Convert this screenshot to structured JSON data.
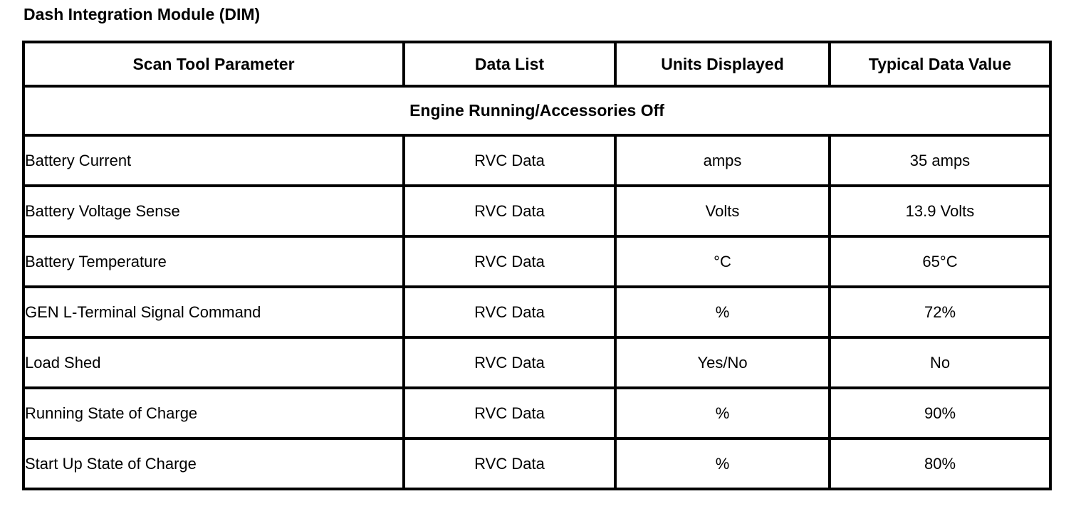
{
  "page": {
    "background_color": "#ffffff",
    "text_color": "#000000",
    "border_color": "#000000"
  },
  "title": "Dash Integration Module (DIM)",
  "table": {
    "columns": [
      "Scan Tool Parameter",
      "Data List",
      "Units Displayed",
      "Typical Data Value"
    ],
    "section_header": "Engine Running/Accessories Off",
    "rows": [
      {
        "parameter": "Battery Current",
        "data_list": "RVC Data",
        "units": "amps",
        "typical_value": "35 amps"
      },
      {
        "parameter": "Battery Voltage Sense",
        "data_list": "RVC Data",
        "units": "Volts",
        "typical_value": "13.9 Volts"
      },
      {
        "parameter": "Battery Temperature",
        "data_list": "RVC Data",
        "units": "°C",
        "typical_value": "65°C"
      },
      {
        "parameter": "GEN L-Terminal Signal Command",
        "data_list": "RVC Data",
        "units": "%",
        "typical_value": "72%"
      },
      {
        "parameter": "Load Shed",
        "data_list": "RVC Data",
        "units": "Yes/No",
        "typical_value": "No"
      },
      {
        "parameter": "Running State of Charge",
        "data_list": "RVC Data",
        "units": "%",
        "typical_value": "90%"
      },
      {
        "parameter": "Start Up State of Charge",
        "data_list": "RVC Data",
        "units": "%",
        "typical_value": "80%"
      }
    ]
  }
}
